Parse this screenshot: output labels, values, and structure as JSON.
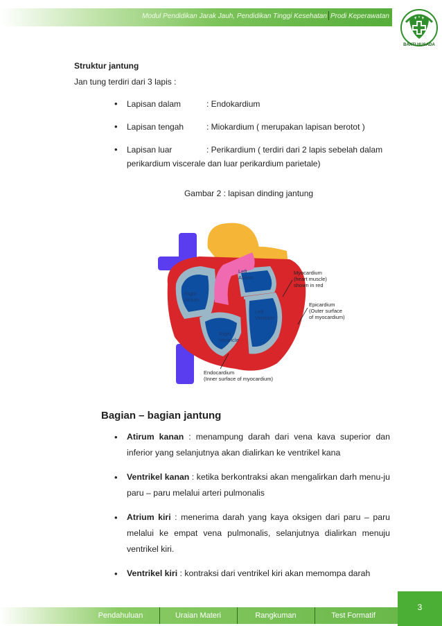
{
  "header": {
    "module": "Modul Pendidikan Jarak Jauh, Pendidikan Tinggi Kesehatan",
    "program": "Prodi Keperawatan",
    "logo_text": "BAKTI HUSADA"
  },
  "section": {
    "title": "Struktur jantung",
    "intro": "Jan tung terdiri dari 3 lapis :"
  },
  "layers": [
    {
      "term": "Lapisan dalam",
      "desc": ": Endokardium"
    },
    {
      "term": "Lapisan tengah",
      "desc": ": Miokardium ( merupakan lapisan berotot )"
    },
    {
      "term": "Lapisan luar",
      "desc": ": Perikardium ( terdiri dari 2 lapis sebelah dalam perikardium viscerale  dan luar perikardium parietale)"
    }
  ],
  "figure": {
    "caption": "Gambar 2 : lapisan dinding jantung",
    "labels": {
      "left_atrium_1": "Left",
      "left_atrium_2": "Atrium",
      "right_atrium_1": "Right",
      "right_atrium_2": "Atrium",
      "left_ventricle_1": "Left",
      "left_ventricle_2": "Ventricle",
      "right_ventricle_1": "Right",
      "right_ventricle_2": "Ventricle",
      "myocardium_1": "Myocardium",
      "myocardium_2": "(heart muscle)",
      "myocardium_3": "shown in red",
      "epicardium_1": "Epicardium",
      "epicardium_2": "(Outer surface",
      "epicardium_3": "of myocardium)",
      "endocardium_1": "Endocardium",
      "endocardium_2": "(Inner surface of myocardium)"
    }
  },
  "parts": {
    "title": "Bagian – bagian jantung",
    "items": [
      {
        "term": "Atirum kanan",
        "desc": " : menampung darah dari vena kava superior dan inferior yang selanjutnya akan dialirkan ke ventrikel kana"
      },
      {
        "term": "Ventrikel kanan",
        "desc": " : ketika berkontraksi akan mengalirkan darh menu-ju paru – paru melalui arteri pulmonalis"
      },
      {
        "term": "Atrium kiri",
        "desc": " : menerima darah yang kaya oksigen dari paru – paru melalui ke empat vena pulmonalis, selanjutnya dialirkan menuju ventrikel kiri."
      },
      {
        "term": "Ventrikel kiri",
        "desc": " : kontraksi dari ventrikel kiri akan memompa  darah"
      }
    ]
  },
  "footer": {
    "nav": [
      "Pendahuluan",
      "Uraian Materi",
      "Rangkuman",
      "Test Formatif"
    ],
    "page_number": "3"
  },
  "colors": {
    "header_green": "#56ad3a",
    "page_box": "#4caf35",
    "myocardium": "#d9262b",
    "blue_chamber": "#0e4ea0",
    "vein": "#5b3df0",
    "aorta": "#f5b637",
    "pulmonary": "#ef6ab0",
    "endocardium_fill": "#9ab7c7"
  }
}
